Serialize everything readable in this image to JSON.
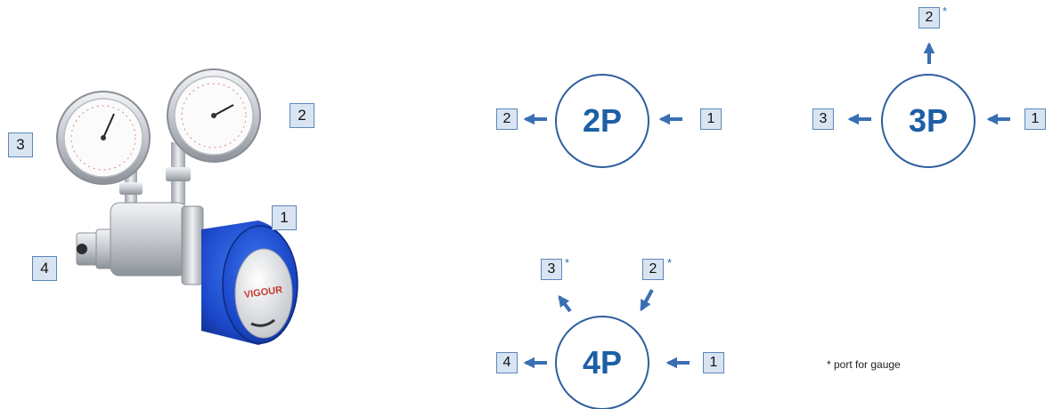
{
  "device": {
    "ports": [
      "1",
      "2",
      "3",
      "4"
    ],
    "brand": "VIGOUR",
    "colors": {
      "knob": "#1e4fd6",
      "body": "#c9ccd1",
      "accent": "#3a6fb4"
    }
  },
  "diagrams": {
    "2p": {
      "label": "2P",
      "in": "1",
      "out": "2"
    },
    "3p": {
      "label": "3P",
      "in": "1",
      "out": "3",
      "top": "2",
      "top_star": "*"
    },
    "4p": {
      "label": "4P",
      "in": "1",
      "out": "4",
      "top_left": "3",
      "top_right": "2",
      "star": "*"
    }
  },
  "footnote": "* port for gauge"
}
